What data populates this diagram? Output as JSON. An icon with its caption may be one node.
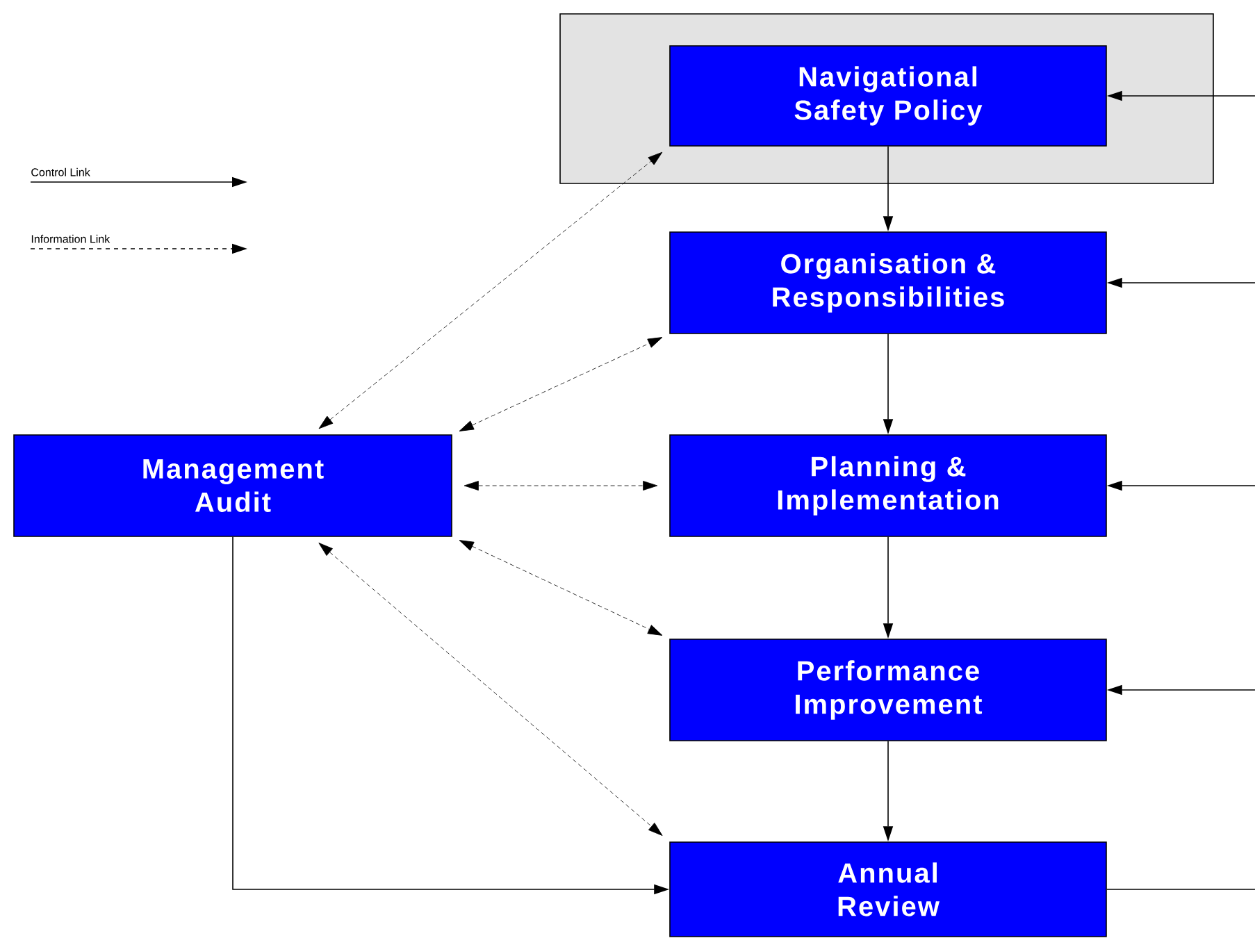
{
  "diagram": {
    "nodes": [
      {
        "text": [],
        "shape": "box"
      },
      {
        "text": [
          "Navigational Safety Policy"
        ],
        "in": 0
      },
      {
        "text": [
          "Organisation & Responsibilities"
        ]
      },
      {
        "text": [
          "Planning & Implementation"
        ]
      },
      {
        "text": [
          "Performance Improvement"
        ]
      },
      {
        "text": [
          "Annual Review"
        ]
      },
      {
        "text": [
          "Management Audit"
        ]
      }
    ],
    "edges": [
      {
        "from": 1,
        "to": 2,
        "arrow": "to"
      },
      {
        "from": 2,
        "to": 3,
        "arrow": "to"
      },
      {
        "from": 3,
        "to": 4,
        "arrow": "to"
      },
      {
        "from": 4,
        "to": 5,
        "arrow": "to"
      },
      {
        "from": 6,
        "to": 1,
        "arrow": "both",
        "style": "dashed"
      },
      {
        "from": 6,
        "to": 2,
        "arrow": "both",
        "style": "dashed"
      },
      {
        "from": 6,
        "to": 3,
        "arrow": "both",
        "style": "dashed"
      },
      {
        "from": 6,
        "to": 4,
        "arrow": "both",
        "style": "dashed"
      },
      {
        "from": 6,
        "to": 5,
        "arrow": "both",
        "style": "dashed"
      },
      {
        "from": 6,
        "to": 5,
        "arrow": "to"
      },
      {
        "from": null,
        "to": 1,
        "arrow": "to"
      },
      {
        "from": null,
        "to": 2,
        "arrow": "to"
      },
      {
        "from": null,
        "to": 3,
        "arrow": "to"
      },
      {
        "from": null,
        "to": 4,
        "arrow": "to"
      },
      {
        "from": 5,
        "to": null,
        "arrow": "none"
      }
    ],
    "legend": [
      {
        "text": "Control Link"
      },
      {
        "text": "Information Link"
      }
    ]
  }
}
